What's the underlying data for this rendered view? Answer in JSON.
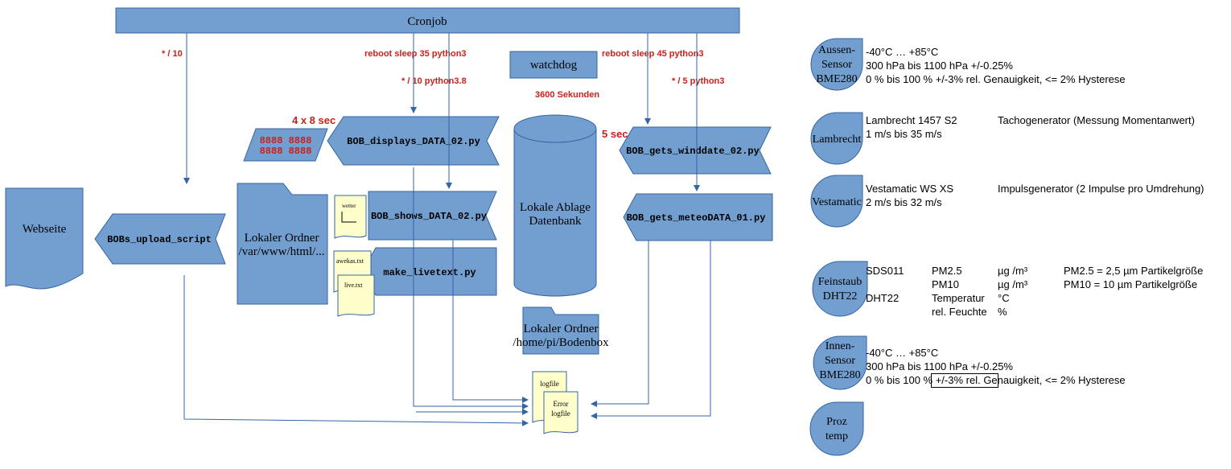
{
  "cronjob": "Cronjob",
  "cron_labels": {
    "upload": "* / 10",
    "display_reboot": "reboot sleep 35 python3",
    "shows": "* / 10 python3.8",
    "wind_reboot": "reboot sleep 45 python3",
    "meteo": "* / 5 python3"
  },
  "watchdog": "watchdog",
  "watchdog_interval": "3600 Sekunden",
  "display_interval": "4 x 8 sec",
  "wind_interval": "5 sec",
  "led_display": [
    "8888 8888",
    "8888 8888"
  ],
  "scripts": {
    "displays": "BOB_displays_DATA_02.py",
    "shows": "BOB_shows_DATA_02.py",
    "livetext": "make_livetext.py",
    "upload": "BOBs_upload_script",
    "winddate": "BOB_gets_winddate_02.py",
    "meteo": "BOB_gets_meteoDATA_01.py"
  },
  "webseite": "Webseite",
  "folder_www": [
    "Lokaler Ordner",
    "/var/www/html/..."
  ],
  "folder_home": [
    "Lokaler Ordner",
    "/home/pi/Bodenbox"
  ],
  "database": [
    "Lokale Ablage",
    "Datenbank"
  ],
  "files": {
    "wetter": "wetter",
    "awekas": "awekas.txt",
    "live": "live.txt",
    "logfile": "logfile",
    "error_logfile": [
      "Error",
      "logfile"
    ]
  },
  "sensors": [
    {
      "name": [
        "Aussen-",
        "Sensor",
        "BME280"
      ]
    },
    {
      "name": [
        "Lambrecht"
      ]
    },
    {
      "name": [
        "Vestamatic"
      ]
    },
    {
      "name": [
        "Feinstaub",
        "DHT22"
      ]
    },
    {
      "name": [
        "Innen-",
        "Sensor",
        "BME280"
      ]
    },
    {
      "name": [
        "Proz",
        "temp"
      ]
    }
  ],
  "info": {
    "aussen": [
      "-40°C … +85°C",
      "300 hPa bis 1100 hPa +/-0.25%",
      "0 % bis 100 % +/-3% rel. Genauigkeit, <= 2% Hysterese"
    ],
    "lambrecht": {
      "model": "Lambrecht 1457 S2",
      "type": "Tachogenerator (Messung Momentanwert)",
      "range": "1 m/s bis 35 m/s"
    },
    "vestamatic": {
      "model": "Vestamatic WS XS",
      "type": "Impulsgenerator (2 Impulse pro Umdrehung)",
      "range": "2 m/s bis 32 m/s"
    },
    "feinstaub": {
      "sds": "SDS011",
      "pm25": "PM2.5",
      "pm10": "PM10",
      "unit": "µg /m³",
      "pm25_desc": "PM2.5 = 2,5 µm Partikelgröße",
      "pm10_desc": "PM10 = 10 µm Partikelgröße",
      "dht": "DHT22",
      "temp": "Temperatur",
      "temp_unit": "°C",
      "hum": "rel. Feuchte",
      "hum_unit": "%"
    },
    "innen": [
      "-40°C … +85°C",
      "300 hPa bis 1100 hPa +/-0.25%",
      "0 % bis 100 % +/-3% rel. Genauigkeit, <= 2% Hysterese"
    ]
  },
  "colors": {
    "fill": "#729fcf",
    "stroke": "#3465a4",
    "note": "#ffffcc",
    "red": "#c9211e"
  }
}
